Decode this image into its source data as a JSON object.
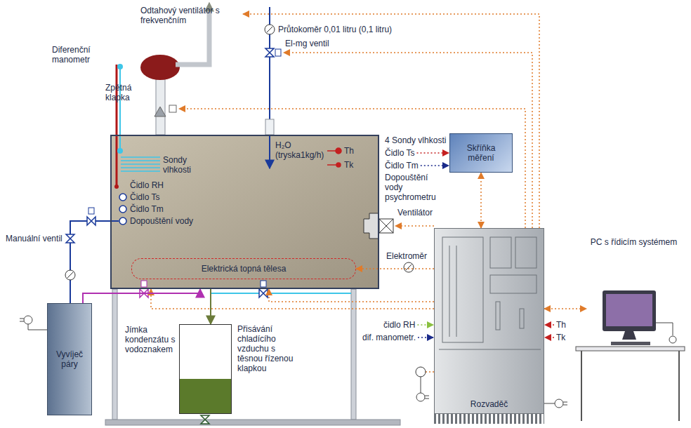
{
  "diagram": {
    "nodes": [
      {
        "text": [
          "Sondy vlhkosti",
          "Čidlo RH",
          "Čidlo Ts",
          "Čidlo Tm",
          "Dopouštění vody",
          "H₂O (tryska1kg/h)",
          "Th",
          "Tk"
        ]
      },
      {
        "text": [
          "Elektrická topná tělesa"
        ],
        "in": 0
      },
      {
        "text": [
          "Skříňka měření"
        ]
      },
      {
        "text": [
          "Vyvíječ páry"
        ]
      },
      {
        "text": [
          "Jímka kondenzátu s vodoznakem"
        ]
      },
      {
        "text": [
          "Rozvaděč"
        ]
      },
      {
        "text": [
          "PC s řídicím systémem"
        ]
      }
    ],
    "edges": [
      {
        "from": 5,
        "to": 2,
        "arrow": "both"
      },
      {
        "from": 5,
        "to": 6,
        "arrow": "both"
      },
      {
        "from": 5,
        "to": 1,
        "arrow": "to"
      },
      {
        "from": 3,
        "to": 0,
        "arrow": "to"
      },
      {
        "from": 0,
        "to": 4,
        "arrow": "to"
      }
    ],
    "labels": [
      "Odtahový ventilátor s frekvenčním",
      "Průtokoměr 0,01 litru (0,1 litru)",
      "El-mg ventil",
      "Diferenční manometr",
      "Zpětná klapka",
      "4 Sondy vlhkosti",
      "Čidlo Ts",
      "Čidlo Tm",
      "Dopouštění vody psychrometru",
      "Ventilátor",
      "Elektroměr",
      "Manuální ventil",
      "Přisávání chladícího vzduchu s těsnou řízenou klapkou",
      "čidlo RH",
      "dif. manometr.",
      "Th",
      "Tk"
    ]
  }
}
